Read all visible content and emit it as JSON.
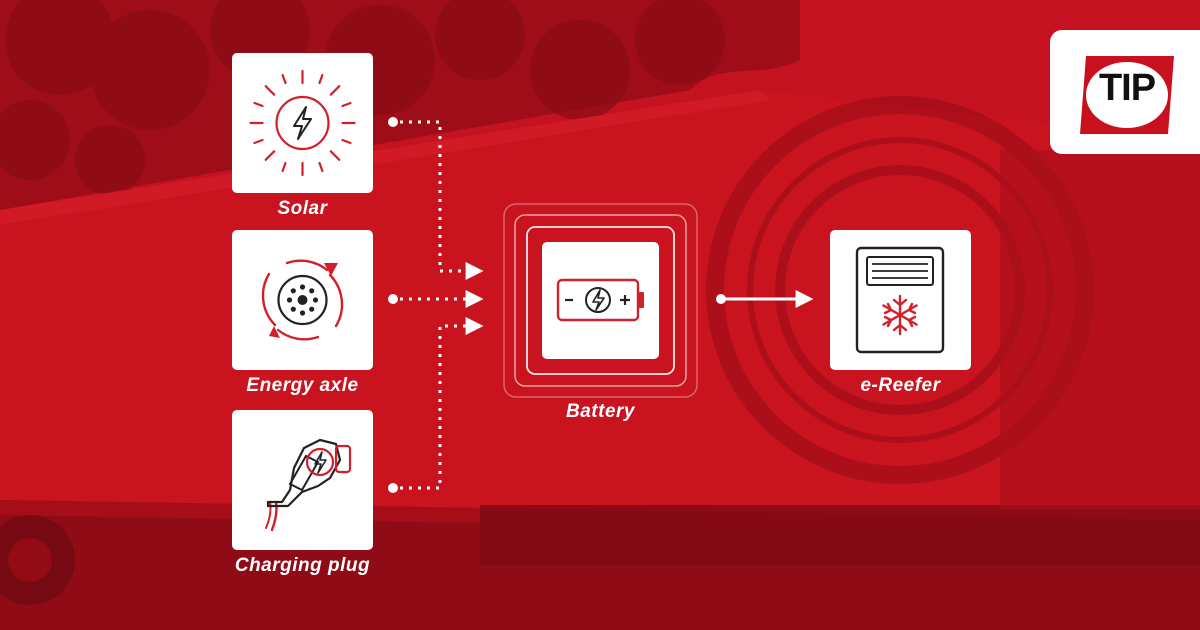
{
  "colors": {
    "brand_red": "#c8101e",
    "dark_red": "#8e0c16",
    "icon_red": "#d0202c",
    "icon_dark": "#222222",
    "white": "#ffffff"
  },
  "logo": {
    "text": "TIP"
  },
  "sources": [
    {
      "id": "solar",
      "label": "Solar",
      "icon": "sun-bolt-icon"
    },
    {
      "id": "energy_axle",
      "label": "Energy axle",
      "icon": "rotating-wheel-icon"
    },
    {
      "id": "charging_plug",
      "label": "Charging plug",
      "icon": "ev-plug-icon"
    }
  ],
  "storage": {
    "id": "battery",
    "label": "Battery",
    "icon": "battery-bolt-icon"
  },
  "consumer": {
    "id": "e_reefer",
    "label": "e-Reefer",
    "icon": "reefer-unit-icon"
  },
  "edges": [
    {
      "from": "solar",
      "to": "battery",
      "style": "dotted"
    },
    {
      "from": "energy_axle",
      "to": "battery",
      "style": "dotted"
    },
    {
      "from": "charging_plug",
      "to": "battery",
      "style": "dotted"
    },
    {
      "from": "battery",
      "to": "e_reefer",
      "style": "solid"
    }
  ]
}
